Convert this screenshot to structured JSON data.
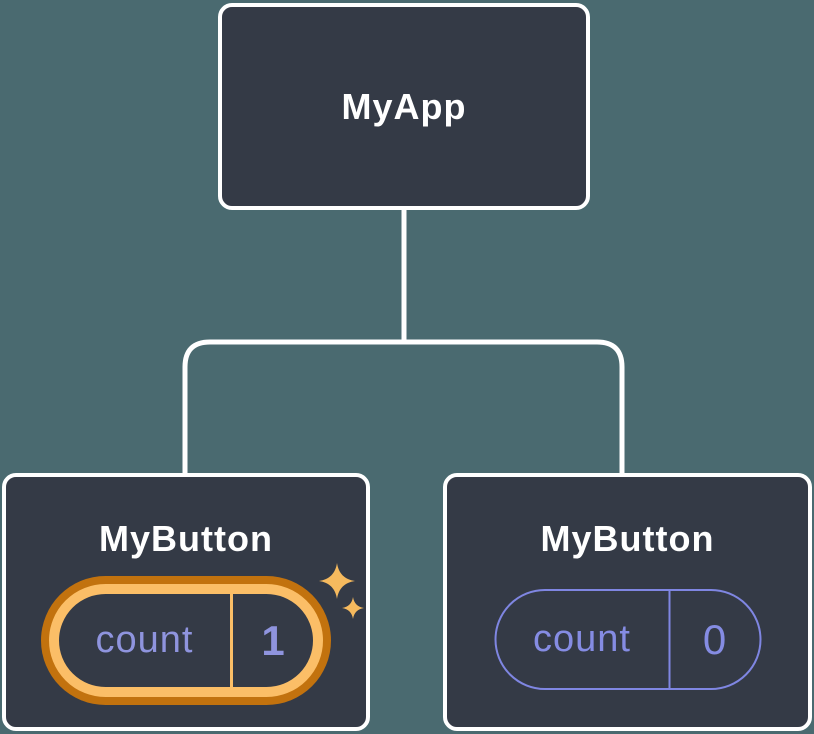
{
  "diagram": {
    "background_color": "#4A6A70",
    "node_fill": "#343A46",
    "node_border_color": "#FFFFFF",
    "connector_color": "#FFFFFF",
    "purple_accent": "#858CE3",
    "purple_text": "#8F94DE",
    "highlight_ring_outer": "#C2720E",
    "highlight_ring_inner": "#FBBE67",
    "sparkle_color": "#F6BA5E",
    "root": {
      "label": "MyApp"
    },
    "children": [
      {
        "label": "MyButton",
        "highlighted": true,
        "state": {
          "name": "count",
          "value": "1"
        }
      },
      {
        "label": "MyButton",
        "highlighted": false,
        "state": {
          "name": "count",
          "value": "0"
        }
      }
    ]
  }
}
